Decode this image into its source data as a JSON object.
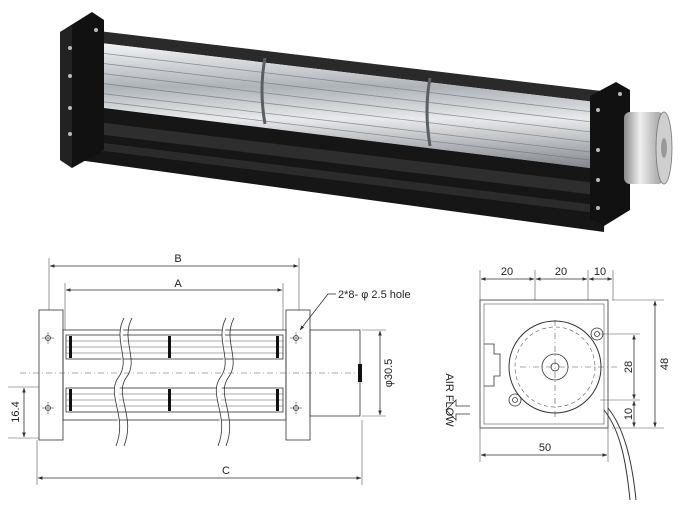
{
  "front_view": {
    "dim_b": "B",
    "dim_a": "A",
    "dim_c": "C",
    "dim_height": "16.4",
    "dim_motor_dia": "φ30.5",
    "hole_note": "2*8- φ 2.5 hole"
  },
  "side_view": {
    "top_dims": [
      "20",
      "20",
      "10"
    ],
    "dim_28": "28",
    "dim_48": "48",
    "dim_10": "10",
    "dim_50": "50",
    "air_flow": "AIR FLOW"
  },
  "colors": {
    "housing": "#1c1c1c",
    "rotor": "#c8ccd0",
    "motor": "#d9d9d9"
  }
}
